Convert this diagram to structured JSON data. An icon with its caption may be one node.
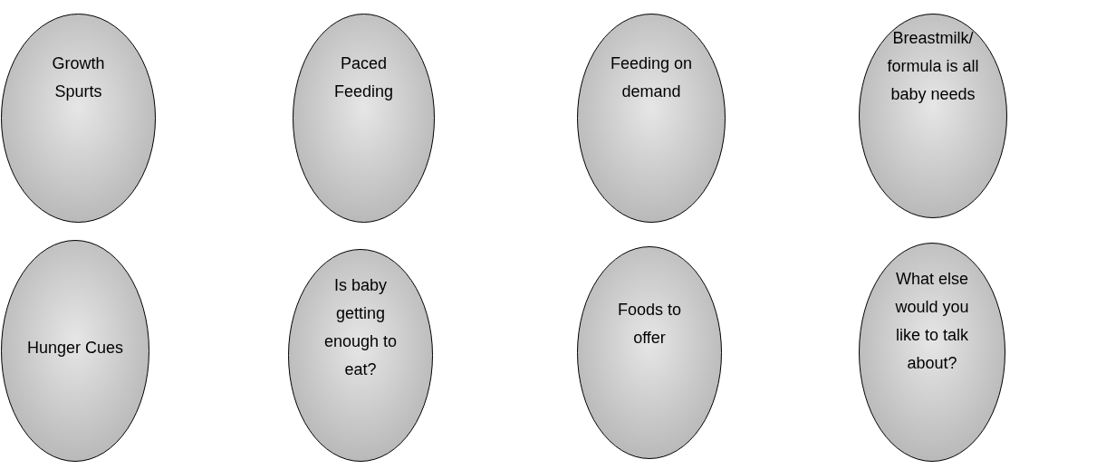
{
  "diagram": {
    "nodes": [
      {
        "text": [
          "Growth Spurts"
        ]
      },
      {
        "text": [
          "Paced Feeding"
        ]
      },
      {
        "text": [
          "Feeding on demand"
        ]
      },
      {
        "text": [
          "Breastmilk/ formula is all baby needs"
        ]
      },
      {
        "text": [
          "Hunger Cues"
        ]
      },
      {
        "text": [
          "Is baby getting enough to eat?"
        ]
      },
      {
        "text": [
          "Foods to offer"
        ]
      },
      {
        "text": [
          "What else would you like to talk about?"
        ]
      }
    ]
  }
}
